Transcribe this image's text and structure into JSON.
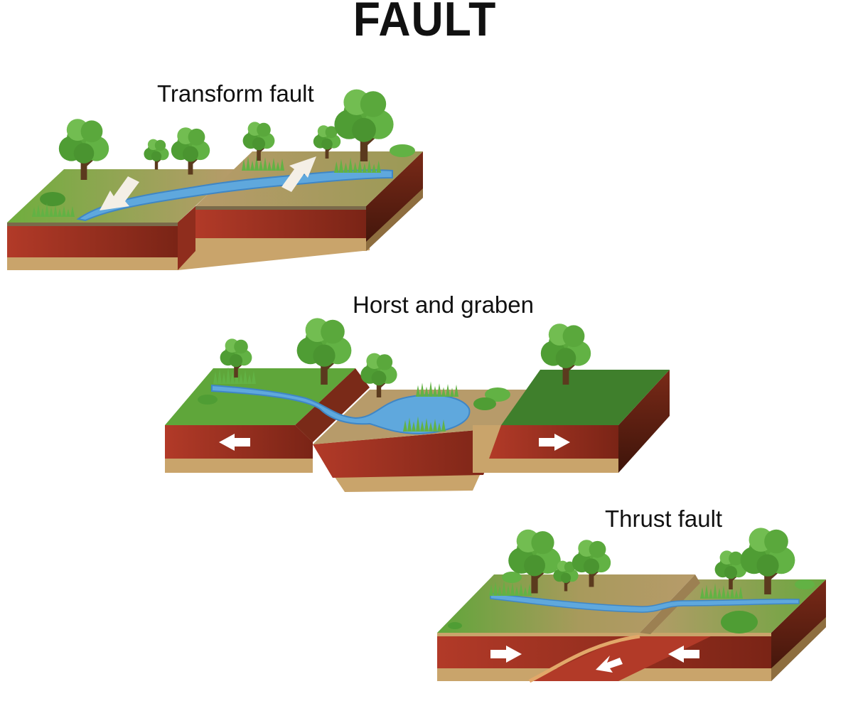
{
  "title": "FAULT",
  "panels": [
    {
      "id": "transform",
      "label": "Transform fault"
    },
    {
      "id": "horst",
      "label": "Horst and graben"
    },
    {
      "id": "thrust",
      "label": "Thrust fault"
    }
  ],
  "colors": {
    "grass": "#6fae3e",
    "grass_dark": "#3f7f2c",
    "dirt": "#b79b6a",
    "water": "#5fa8dd",
    "water_dark": "#3f86c5",
    "rock_red": "#a83424",
    "rock_dark": "#5b1d12",
    "sand": "#c9a46b",
    "sand_dark": "#8e6e3f",
    "tree_leaf": "#62b244",
    "trunk": "#5b3a1e",
    "arrow": "#ffffff"
  }
}
